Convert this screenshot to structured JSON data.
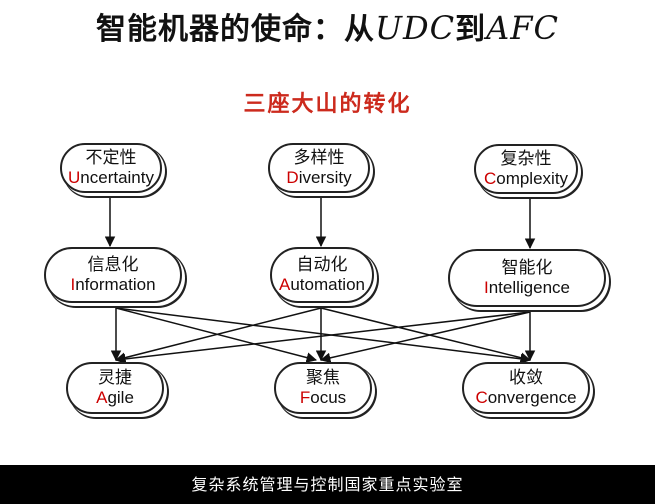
{
  "title": {
    "chinese": "智能机器的使命：从",
    "from": "UDC",
    "middle": "到",
    "to": "AFC"
  },
  "subtitle": "三座大山的转化",
  "nodes": {
    "uncertainty": {
      "zh": "不定性",
      "first": "U",
      "rest": "ncertainty"
    },
    "diversity": {
      "zh": "多样性",
      "first": "D",
      "rest": "iversity"
    },
    "complexity": {
      "zh": "复杂性",
      "first": "C",
      "rest": "omplexity"
    },
    "information": {
      "zh": "信息化",
      "first": "I",
      "rest": "nformation"
    },
    "automation": {
      "zh": "自动化",
      "first": "A",
      "rest": "utomation"
    },
    "intelligence": {
      "zh": "智能化",
      "first": "I",
      "rest": "ntelligence"
    },
    "agile": {
      "zh": "灵捷",
      "first": "A",
      "rest": "gile"
    },
    "focus": {
      "zh": "聚焦",
      "first": "F",
      "rest": "ocus"
    },
    "convergence": {
      "zh": "收敛",
      "first": "C",
      "rest": "onvergence"
    }
  },
  "footer": "复杂系统管理与控制国家重点实验室"
}
